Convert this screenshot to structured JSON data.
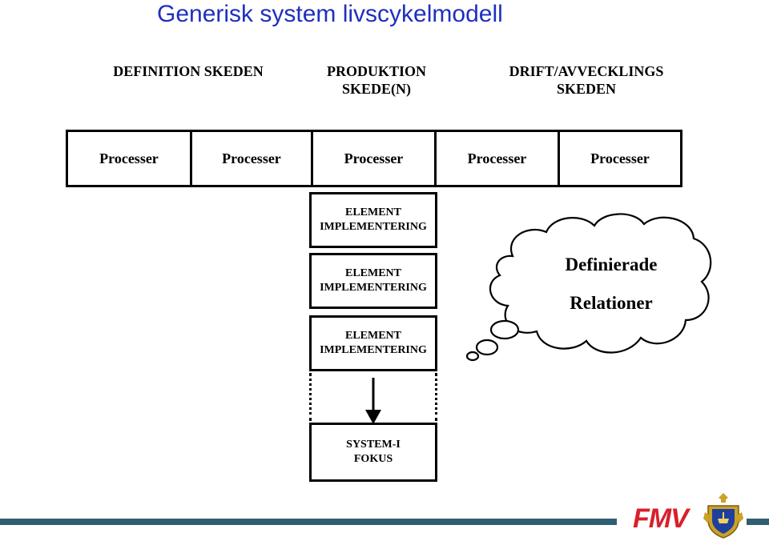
{
  "title": "Generisk system livscykelmodell",
  "phases": [
    {
      "line1": "DEFINITION SKEDEN",
      "line2": ""
    },
    {
      "line1": "PRODUKTION",
      "line2": "SKEDE(N)"
    },
    {
      "line1": "DRIFT/AVVECKLINGS",
      "line2": "SKEDEN"
    }
  ],
  "processes": [
    "Processer",
    "Processer",
    "Processer",
    "Processer",
    "Processer"
  ],
  "elements": [
    {
      "line1": "ELEMENT",
      "line2": "IMPLEMENTERING"
    },
    {
      "line1": "ELEMENT",
      "line2": "IMPLEMENTERING"
    },
    {
      "line1": "ELEMENT",
      "line2": "IMPLEMENTERING"
    }
  ],
  "system_focus": {
    "line1": "SYSTEM-I",
    "line2": "FOKUS"
  },
  "cloud": {
    "line1": "Definierade",
    "line2": "Relationer"
  },
  "logo": {
    "text": "FMV",
    "emblem": "crest-emblem-icon"
  },
  "colors": {
    "title": "#1f2fbf",
    "footer_line": "#2f5f72",
    "logo": "#d8202a"
  }
}
